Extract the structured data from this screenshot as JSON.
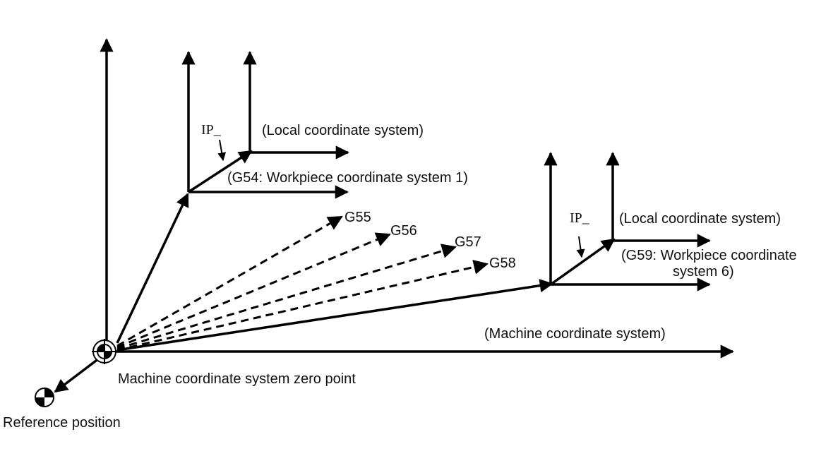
{
  "colors": {
    "ink": "#000000",
    "background": "#ffffff"
  },
  "labels": {
    "machine_system": "(Machine coordinate system)",
    "machine_zero": "Machine coordinate system zero point",
    "reference_position": "Reference position",
    "local_system_1": "(Local coordinate system)",
    "ip_1": "IP_",
    "g54": "(G54:   Workpiece coordinate system 1)",
    "local_system_6": "(Local coordinate system)",
    "ip_6": "IP_",
    "g59_line1": "(G59:  Workpiece coordinate",
    "g59_line2": "system 6)",
    "g55": "G55",
    "g56": "G56",
    "g57": "G57",
    "g58": "G58"
  },
  "icons": {
    "machine_zero": "machine-zero-symbol-icon",
    "reference_position": "reference-position-symbol-icon"
  }
}
